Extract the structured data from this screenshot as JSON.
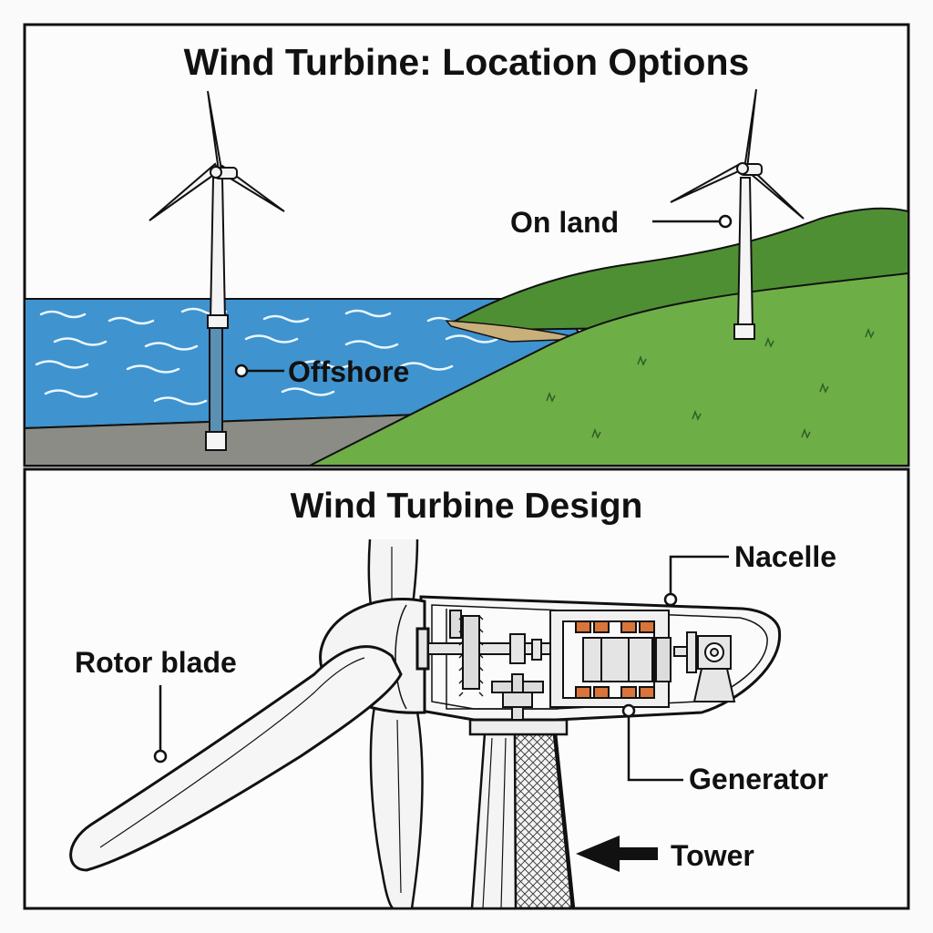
{
  "top_panel": {
    "title": "Wind Turbine: Location Options",
    "labels": {
      "offshore": "Offshore",
      "on_land": "On land"
    }
  },
  "bottom_panel": {
    "title": "Wind Turbine Design",
    "labels": {
      "nacelle": "Nacelle",
      "rotor_blade": "Rotor blade",
      "generator": "Generator",
      "tower": "Tower"
    }
  },
  "colors": {
    "sea": "#3f93cf",
    "sea_light": "#6bb3e0",
    "grass": "#6eae47",
    "grass_dark": "#4f8f34",
    "seabed": "#8c8c86",
    "copper": "#d9743a",
    "ink": "#111111",
    "turbine": "#f4f4f4"
  }
}
